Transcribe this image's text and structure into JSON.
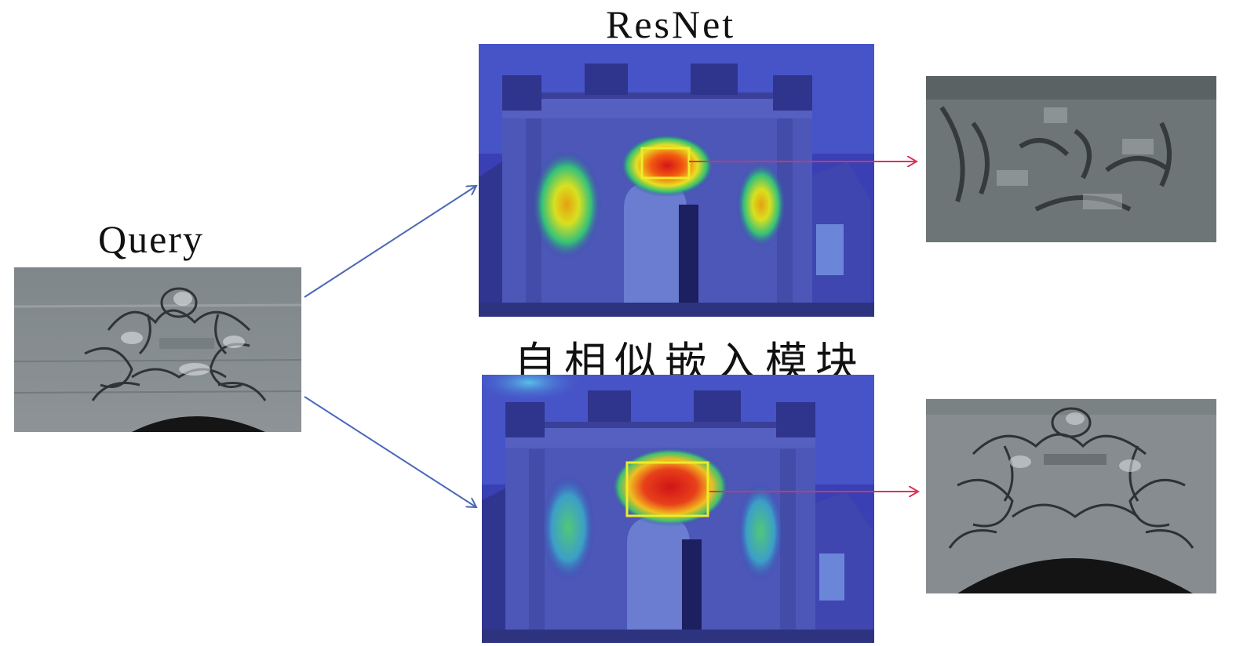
{
  "labels": {
    "query": "Query",
    "resnet": "ResNet",
    "self_similar_module": "自相似嵌入模块"
  },
  "colors": {
    "blue_arrow": "#4a67b8",
    "red_arrow": "#e0305a",
    "highlight_box": "#f0ea2a",
    "heatmap_base": "#3a3fb0",
    "stone": "#8a8f94"
  },
  "images": {
    "query": "query-ornament-crop",
    "resnet_heatmap": "arch-gate-heatmap-resnet",
    "sse_heatmap": "arch-gate-heatmap-self-similar-embedding",
    "resnet_crop": "resnet-retrieved-patch",
    "sse_crop": "sse-retrieved-patch"
  }
}
